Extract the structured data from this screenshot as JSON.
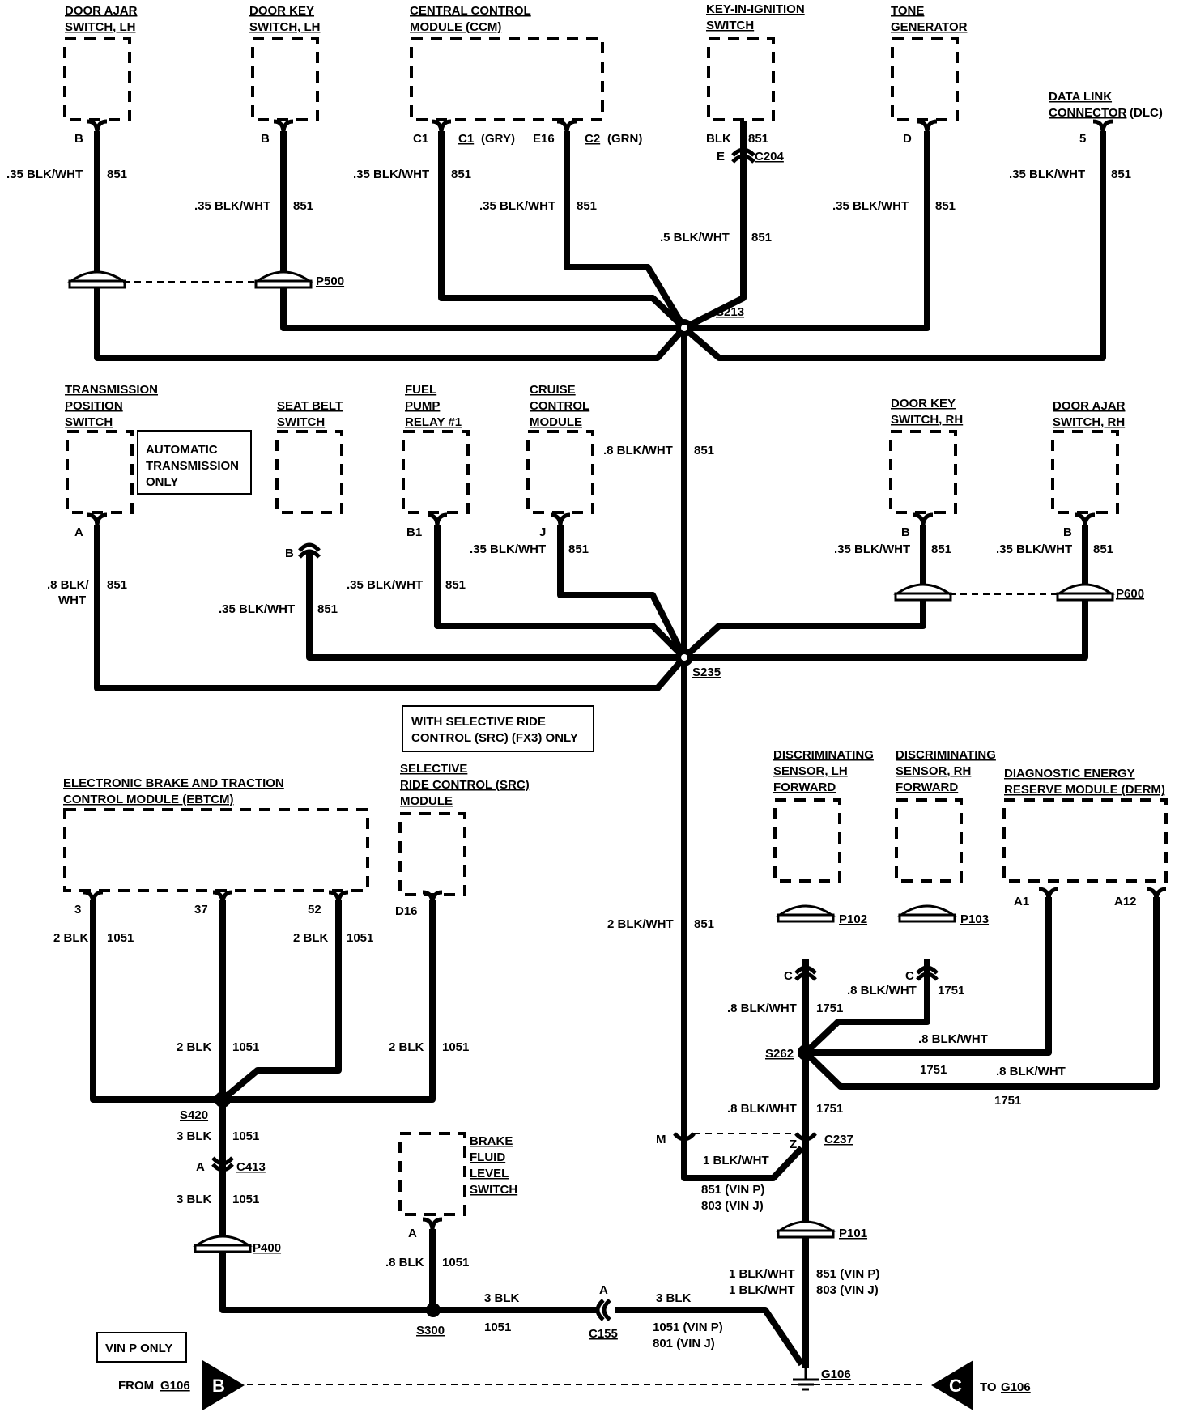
{
  "components": {
    "door_ajar_lh": {
      "line1": "DOOR AJAR",
      "line2": "SWITCH, LH",
      "pin": "B"
    },
    "door_key_lh": {
      "line1": "DOOR KEY",
      "line2": "SWITCH, LH",
      "pin": "B"
    },
    "ccm": {
      "line1": "CENTRAL CONTROL",
      "line2": "MODULE (CCM)",
      "pin1": "C1",
      "conn1": "C1",
      "conn1_color": "(GRY)",
      "pin2": "E16",
      "conn2": "C2",
      "conn2_color": "(GRN)"
    },
    "key_in_ignition": {
      "line1": "KEY-IN-IGNITION",
      "line2": "SWITCH",
      "pin_label": "BLK",
      "circuit": "851",
      "pin": "E",
      "connector": "C204"
    },
    "tone_generator": {
      "line1": "TONE",
      "line2": "GENERATOR",
      "pin": "D"
    },
    "dlc": {
      "line1": "DATA LINK",
      "line2": "CONNECTOR",
      "line2b": "(DLC)",
      "pin": "5"
    },
    "trans_position": {
      "line1": "TRANSMISSION",
      "line2": "POSITION",
      "line3": "SWITCH",
      "pin": "A"
    },
    "auto_trans_note": {
      "line1": "AUTOMATIC",
      "line2": "TRANSMISSION",
      "line3": "ONLY"
    },
    "seat_belt": {
      "line1": "SEAT BELT",
      "line2": "SWITCH",
      "pin": "B"
    },
    "fuel_pump": {
      "line1": "FUEL",
      "line2": "PUMP",
      "line3": "RELAY #1",
      "pin": "B1"
    },
    "cruise": {
      "line1": "CRUISE",
      "line2": "CONTROL",
      "line3": "MODULE",
      "pin": "J"
    },
    "door_key_rh": {
      "line1": "DOOR KEY",
      "line2": "SWITCH, RH",
      "pin": "B"
    },
    "door_ajar_rh": {
      "line1": "DOOR AJAR",
      "line2": "SWITCH, RH",
      "pin": "B"
    },
    "src_note": {
      "line1": "WITH SELECTIVE RIDE",
      "line2": "CONTROL (SRC) (FX3) ONLY"
    },
    "ebtcm": {
      "line1": "ELECTRONIC BRAKE AND TRACTION",
      "line2": "CONTROL MODULE (EBTCM)",
      "pin1": "3",
      "pin2": "37",
      "pin3": "52"
    },
    "src": {
      "line1": "SELECTIVE",
      "line2": "RIDE CONTROL (SRC)",
      "line3": "MODULE",
      "pin": "D16"
    },
    "disc_lh": {
      "line1": "DISCRIMINATING",
      "line2": "SENSOR, LH",
      "line3": "FORWARD",
      "pin": "C",
      "connector": "P102"
    },
    "disc_rh": {
      "line1": "DISCRIMINATING",
      "line2": "SENSOR, RH",
      "line3": "FORWARD",
      "pin": "C",
      "connector": "P103"
    },
    "derm": {
      "line1": "DIAGNOSTIC ENERGY",
      "line2": "RESERVE MODULE (DERM)",
      "pin1": "A1",
      "pin2": "A12"
    },
    "brake_fluid": {
      "line1": "BRAKE",
      "line2": "FLUID",
      "line3": "LEVEL",
      "line4": "SWITCH",
      "pin": "A"
    }
  },
  "splices": {
    "s213": "S213",
    "s235": "S235",
    "s262": "S262",
    "s420": "S420",
    "s300": "S300"
  },
  "connectors": {
    "p500": "P500",
    "p600": "P600",
    "p400": "P400",
    "p101": "P101",
    "c413": "C413",
    "c413_pin": "A",
    "c237": "C237",
    "c237_m": "M",
    "c237_z": "Z",
    "c155": "C155",
    "c155_pin": "A"
  },
  "wire_labels": {
    "w1": ".35 BLK/WHT",
    "w1c": "851",
    "w2": ".35 BLK/WHT",
    "w2c": "851",
    "w3": ".35 BLK/WHT",
    "w3c": "851",
    "w4": ".35 BLK/WHT",
    "w4c": "851",
    "w5": ".5 BLK/WHT",
    "w5c": "851",
    "w6": ".35 BLK/WHT",
    "w6c": "851",
    "w7": ".35 BLK/WHT",
    "w7c": "851",
    "w8": ".8 BLK/WHT",
    "w8c": "851",
    "w9a": ".8 BLK/",
    "w9b": "WHT",
    "w9c": "851",
    "w10": ".35 BLK/WHT",
    "w10c": "851",
    "w11": ".35 BLK/WHT",
    "w11c": "851",
    "w12": ".35 BLK/WHT",
    "w12c": "851",
    "w13": ".35 BLK/WHT",
    "w13c": "851",
    "w14": ".35 BLK/WHT",
    "w14c": "851",
    "w15": "2 BLK/WHT",
    "w15c": "851",
    "w16": "2 BLK",
    "w16c": "1051",
    "w17": "2 BLK",
    "w17c": "1051",
    "w18": "2 BLK",
    "w18c": "1051",
    "w19": "2 BLK",
    "w19c": "1051",
    "w20": "3 BLK",
    "w20c": "1051",
    "w21": "3 BLK",
    "w21c": "1051",
    "w22": ".8 BLK",
    "w22c": "1051",
    "w23": "3 BLK",
    "w23c": "1051",
    "w24": "3 BLK",
    "w24c1": "1051  (VIN P)",
    "w24c2": "801  (VIN J)",
    "w25": ".8 BLK/WHT",
    "w25c": "1751",
    "w26": ".8 BLK/WHT",
    "w26c": "1751",
    "w27": ".8 BLK/WHT",
    "w27c": "1751",
    "w28": ".8 BLK/WHT",
    "w28c": "1751",
    "w29": ".8 BLK/WHT",
    "w29c": "1751",
    "w30": "1 BLK/WHT",
    "w30c1": "851  (VIN P)",
    "w30c2": "803  (VIN J)",
    "w31a": "1 BLK/WHT",
    "w31b": "1 BLK/WHT",
    "w31c1": "851  (VIN P)",
    "w31c2": "803  (VIN J)"
  },
  "ground": {
    "label": "G106",
    "vin_note": "VIN P ONLY",
    "from_text": "FROM",
    "from_ref": "G106",
    "from_letter": "B",
    "to_text": "TO",
    "to_ref": "G106",
    "to_letter": "C"
  }
}
